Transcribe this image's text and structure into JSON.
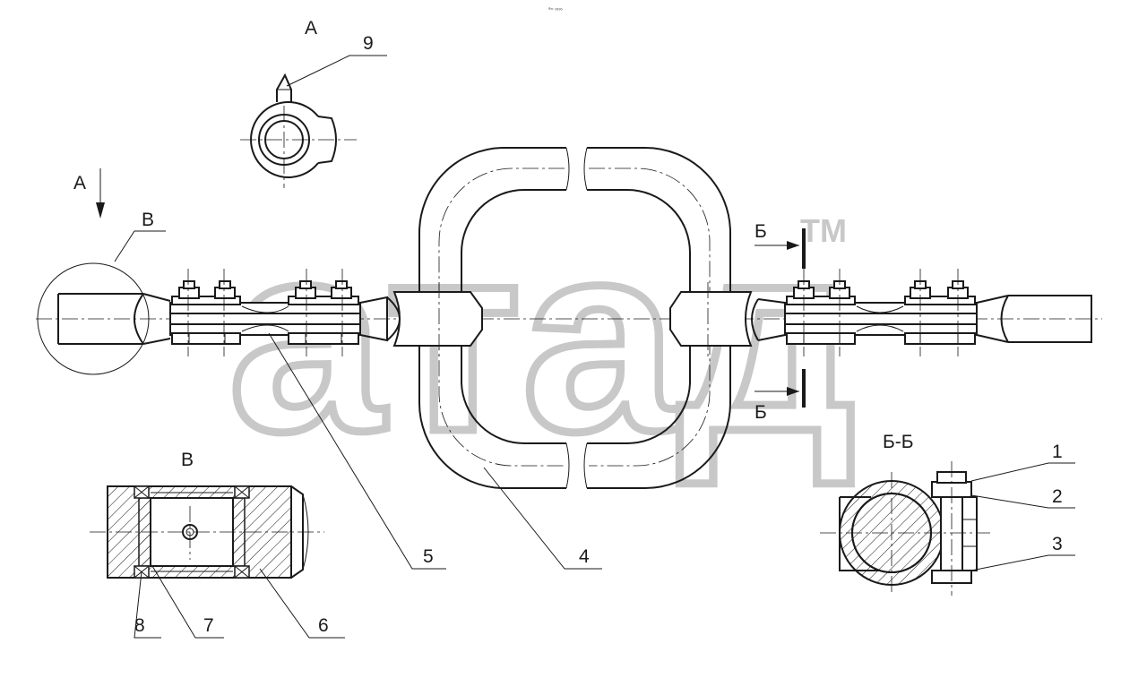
{
  "header_mark": "ᵃ≈ ∞∞",
  "watermark": {
    "text": "атад",
    "tm": "TM"
  },
  "views": {
    "view_a": "A",
    "arrow_a": "A",
    "view_v_circle": "B",
    "view_v_detail": "B",
    "section_mark_top": "Б",
    "section_mark_bottom": "Б",
    "section_bb": "Б-Б"
  },
  "callouts": [
    "1",
    "2",
    "3",
    "4",
    "5",
    "6",
    "7",
    "8",
    "9"
  ]
}
